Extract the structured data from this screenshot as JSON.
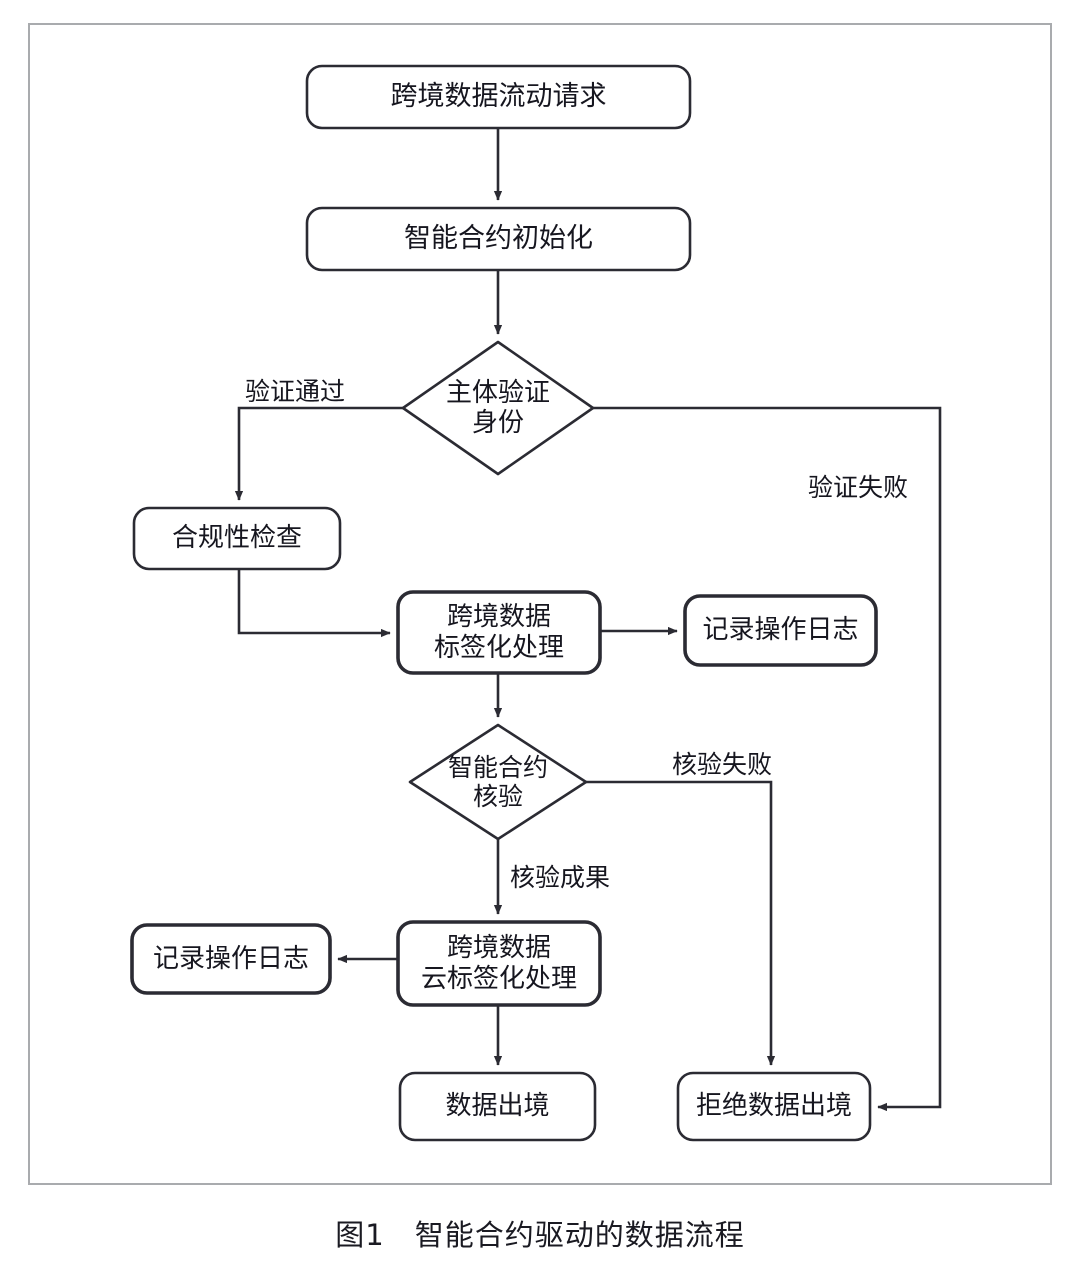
{
  "figure": {
    "caption": "图1　智能合约驱动的数据流程",
    "frame_color": "#a9abae",
    "line_color": "#2b2b33",
    "text_color": "#16161f"
  },
  "chart_data": {
    "type": "diagram",
    "title": "图1　智能合约驱动的数据流程",
    "nodes": [
      {
        "id": "n1",
        "shape": "rounded-rect",
        "label": "跨境数据流动请求"
      },
      {
        "id": "n2",
        "shape": "rounded-rect",
        "label": "智能合约初始化"
      },
      {
        "id": "d1",
        "shape": "diamond",
        "label": "主体验证\n身份"
      },
      {
        "id": "n3",
        "shape": "rounded-rect",
        "label": "合规性检查"
      },
      {
        "id": "n4",
        "shape": "rounded-rect",
        "label": "跨境数据\n标签化处理"
      },
      {
        "id": "n5",
        "shape": "rounded-rect",
        "label": "记录操作日志"
      },
      {
        "id": "d2",
        "shape": "diamond",
        "label": "智能合约\n核验"
      },
      {
        "id": "n6",
        "shape": "rounded-rect",
        "label": "跨境数据\n云标签化处理"
      },
      {
        "id": "n7",
        "shape": "rounded-rect",
        "label": "记录操作日志"
      },
      {
        "id": "n8",
        "shape": "rounded-rect",
        "label": "数据出境"
      },
      {
        "id": "n9",
        "shape": "rounded-rect",
        "label": "拒绝数据出境"
      }
    ],
    "edges": [
      {
        "from": "n1",
        "to": "n2",
        "label": ""
      },
      {
        "from": "n2",
        "to": "d1",
        "label": ""
      },
      {
        "from": "d1",
        "to": "n3",
        "label": "验证通过"
      },
      {
        "from": "d1",
        "to": "n9",
        "label": "验证失败"
      },
      {
        "from": "n3",
        "to": "n4",
        "label": ""
      },
      {
        "from": "n4",
        "to": "n5",
        "label": ""
      },
      {
        "from": "n4",
        "to": "d2",
        "label": ""
      },
      {
        "from": "d2",
        "to": "n9",
        "label": "核验失败"
      },
      {
        "from": "d2",
        "to": "n6",
        "label": "核验成果"
      },
      {
        "from": "n6",
        "to": "n7",
        "label": ""
      },
      {
        "from": "n6",
        "to": "n8",
        "label": ""
      }
    ]
  },
  "nodes": {
    "request": "跨境数据流动请求",
    "init": "智能合约初始化",
    "verify_identity": "主体验证\n身份",
    "compliance_check": "合规性检查",
    "tagging": "跨境数据\n标签化处理",
    "log_top": "记录操作日志",
    "contract_check": "智能合约\n核验",
    "cloud_tagging": "跨境数据\n云标签化处理",
    "log_bottom": "记录操作日志",
    "data_export": "数据出境",
    "data_rejected": "拒绝数据出境"
  },
  "edge_labels": {
    "verify_pass": "验证通过",
    "verify_fail": "验证失败",
    "check_fail": "核验失败",
    "check_pass": "核验成果"
  }
}
